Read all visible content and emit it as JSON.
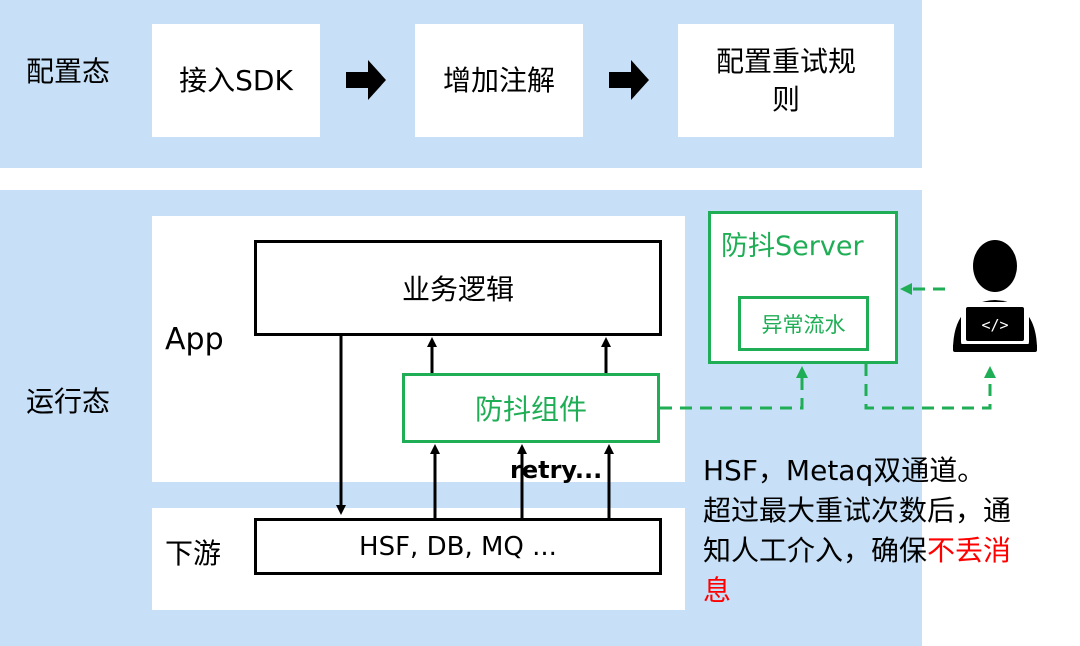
{
  "config_state": {
    "label": "配置态",
    "steps": [
      "接入SDK",
      "增加注解",
      "配置重试规则"
    ]
  },
  "runtime_state": {
    "label": "运行态",
    "app_label": "App",
    "downstream_label": "下游",
    "business_logic": "业务逻辑",
    "anti_shake_component": "防抖组件",
    "retry_label": "retry...",
    "downstream_services": "HSF, DB, MQ ...",
    "server": {
      "title": "防抖Server",
      "inner": "异常流水"
    },
    "user_icon": "developer-laptop-icon",
    "note": {
      "line1": "HSF，Metaq双通道。",
      "line2": "超过最大重试次数后，通",
      "line3_prefix": "知人工介入，确保",
      "highlight_a": "不丢消",
      "highlight_b": "息"
    }
  },
  "colors": {
    "panel": "#c7e0f7",
    "green": "#1fae55",
    "highlight": "#ff0000"
  }
}
